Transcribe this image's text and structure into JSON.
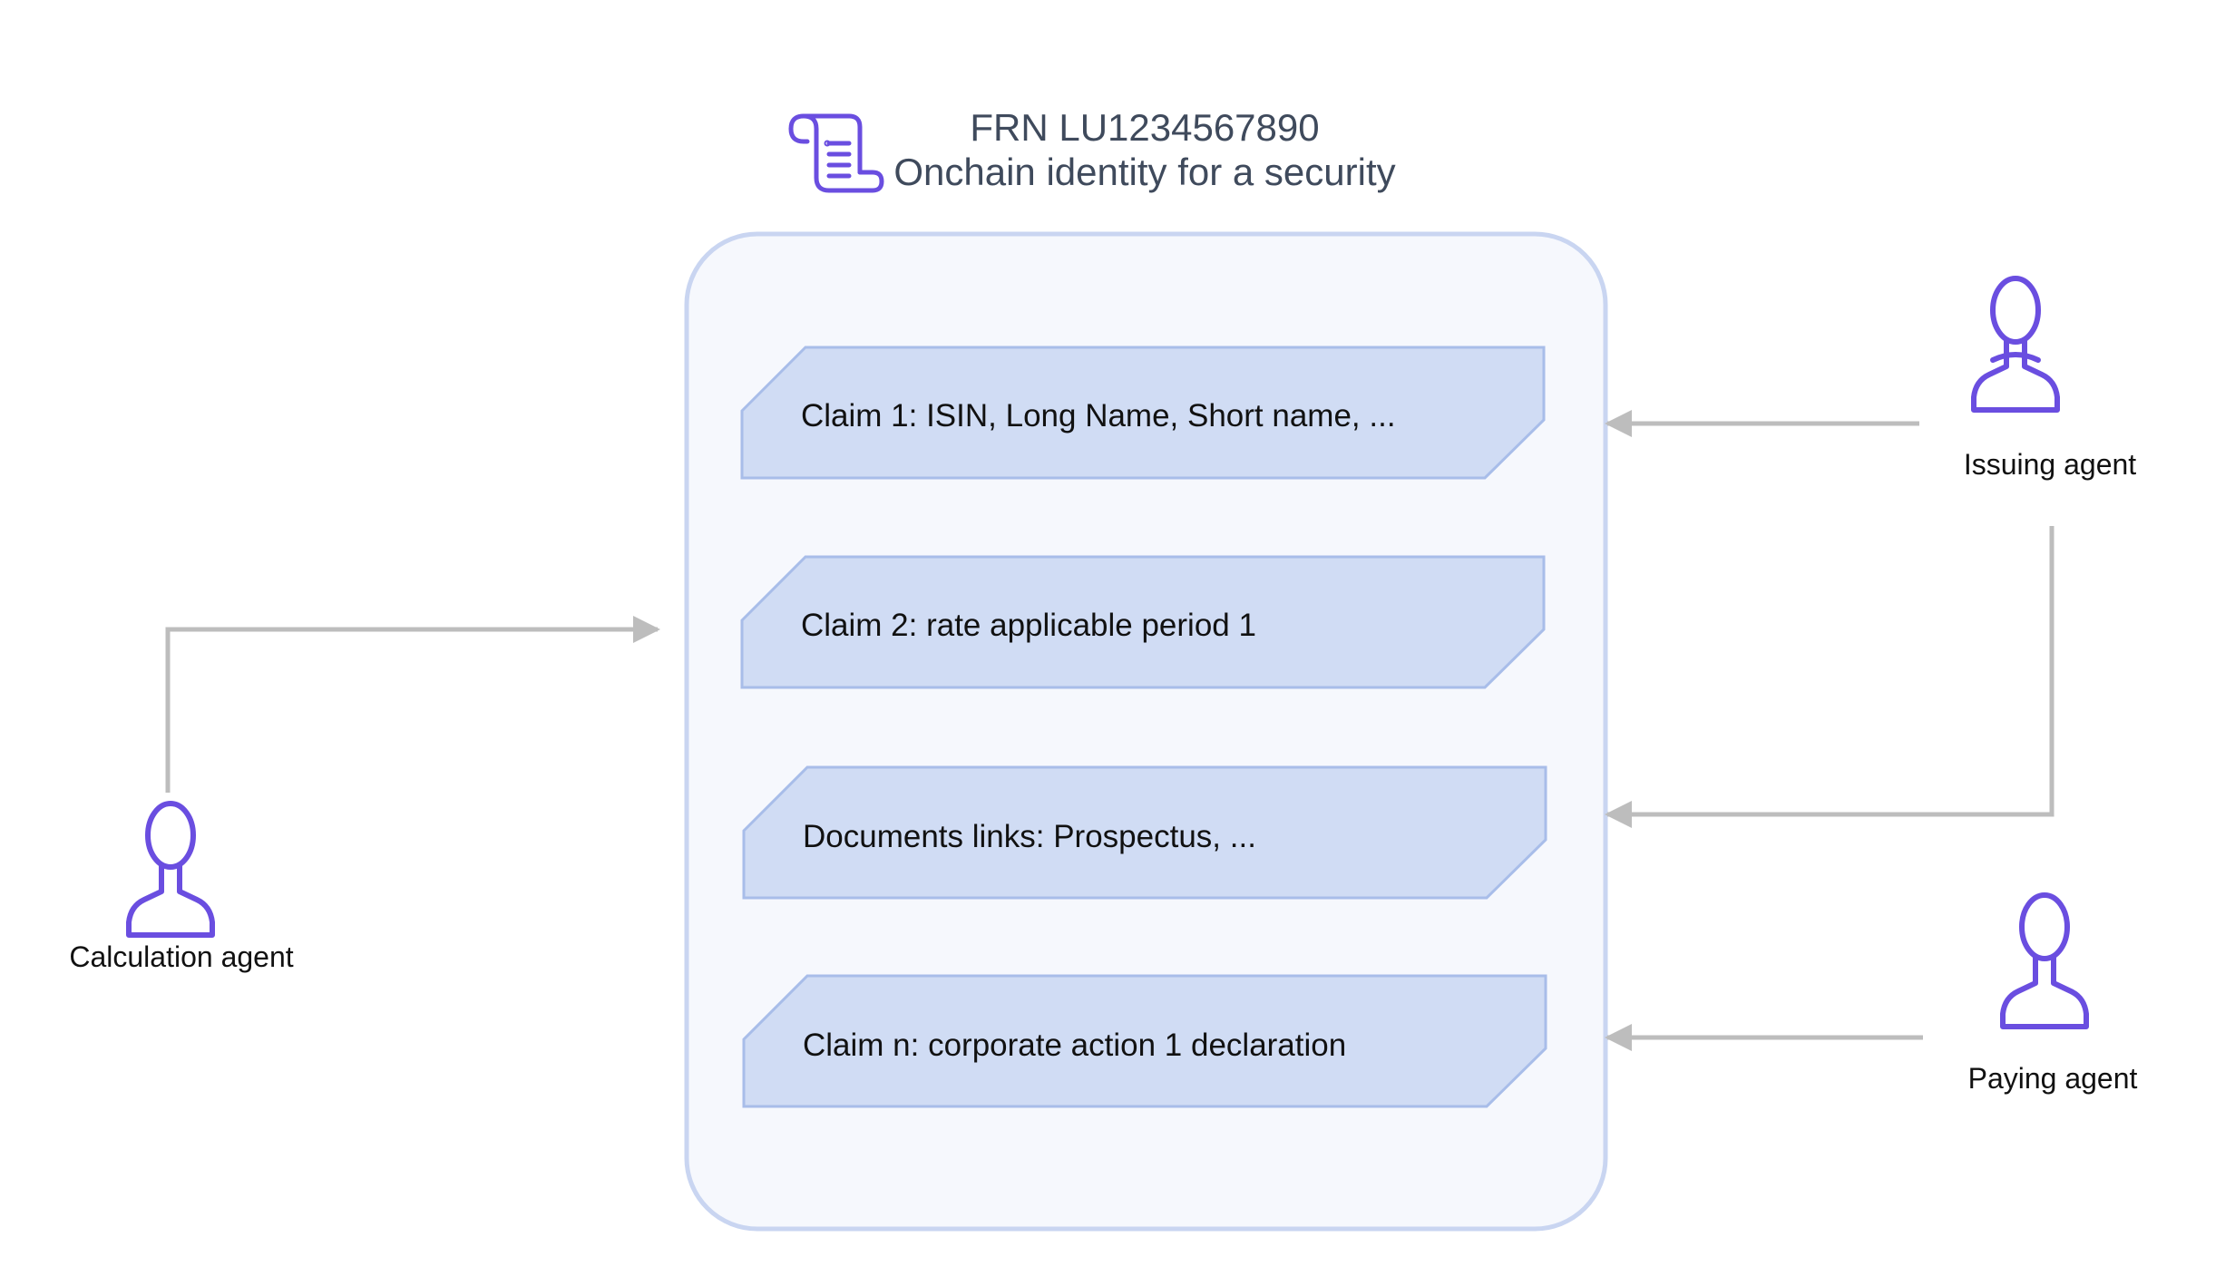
{
  "header": {
    "line1": "FRN LU1234567890",
    "line2": "Onchain identity for a security",
    "icon": "scroll-document-icon"
  },
  "claims": [
    "Claim 1: ISIN, Long Name, Short name, ...",
    "Claim 2: rate applicable period 1",
    "Documents links: Prospectus, ...",
    "Claim n: corporate action 1 declaration"
  ],
  "agents": {
    "issuing": "Issuing agent",
    "paying": "Paying agent",
    "calculation": "Calculation agent"
  },
  "colors": {
    "accent": "#6a4ee0",
    "container_fill": "#f6f8fd",
    "container_stroke": "#c9d5f1",
    "claim_fill": "#d0dcf4",
    "claim_stroke": "#a8bde9",
    "arrow": "#bdbdbd",
    "text": "#111111",
    "title_text": "#3f4a5c"
  }
}
